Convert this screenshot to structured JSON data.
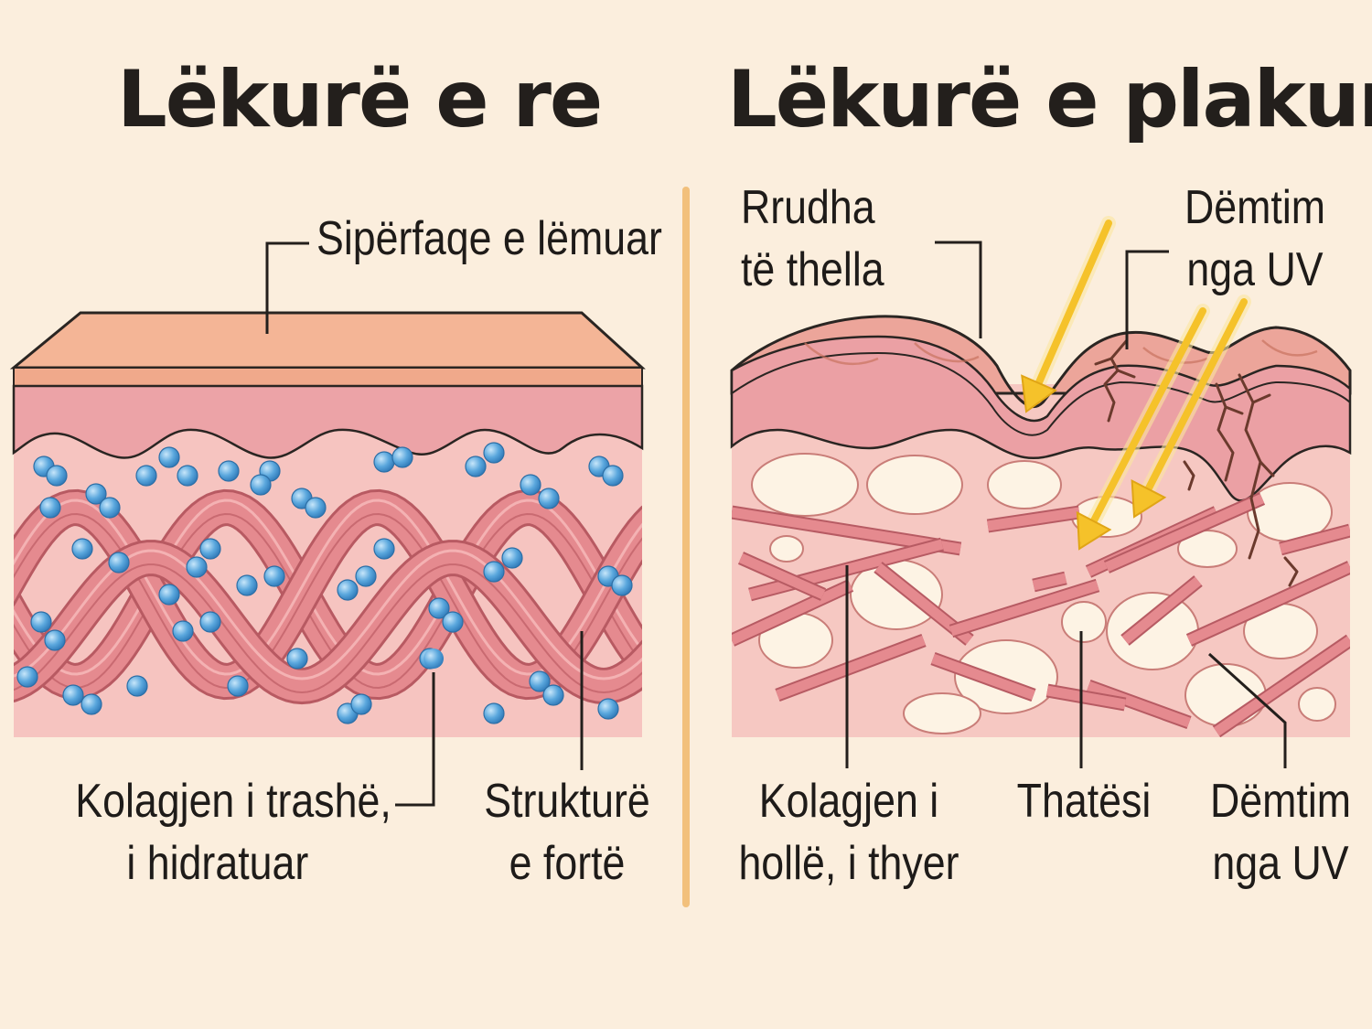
{
  "panels": {
    "young": {
      "title": "Lëkurë e re",
      "labels": {
        "surface": "Sipërfaqe e lëmuar",
        "collagen_line1": "Kolagjen i trashë,",
        "collagen_line2": "i hidratuar",
        "structure_line1": "Strukturë",
        "structure_line2": "e fortë"
      }
    },
    "aged": {
      "title": "Lëkurë e plakur",
      "labels": {
        "wrinkles_line1": "Rrudha",
        "wrinkles_line2": "të thella",
        "uv_top_line1": "Dëmtim",
        "uv_top_line2": "nga UV",
        "collagen_line1": "Kolagjen i",
        "collagen_line2": "hollë, i thyer",
        "dryness": "Thatësi",
        "uv_bottom_line1": "Dëmtim",
        "uv_bottom_line2": "nga UV"
      }
    }
  },
  "colors": {
    "background": "#fbeedd",
    "epidermis_top": "#f4b596",
    "dermis": "#f3b9b5",
    "collagen": "#e07f83",
    "water_drop": "#5aa7dd",
    "divider": "#f2c07c",
    "uv_ray": "#f5c22a",
    "dry_pocket": "#fdf3e4"
  }
}
